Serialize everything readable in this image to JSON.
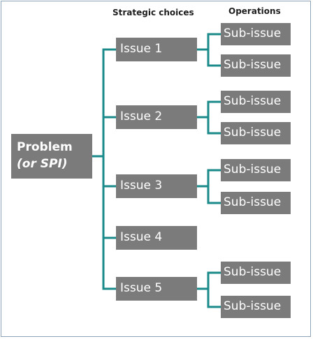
{
  "headers": {
    "strategic": "Strategic choices",
    "operations": "Operations"
  },
  "problem": {
    "line1": "Problem",
    "line2": "(or SPI)"
  },
  "issues": [
    {
      "label": "Issue 1",
      "subs": [
        "Sub-issue",
        "Sub-issue"
      ]
    },
    {
      "label": "Issue 2",
      "subs": [
        "Sub-issue",
        "Sub-issue"
      ]
    },
    {
      "label": "Issue 3",
      "subs": [
        "Sub-issue",
        "Sub-issue"
      ]
    },
    {
      "label": "Issue 4",
      "subs": []
    },
    {
      "label": "Issue 5",
      "subs": [
        "Sub-issue",
        "Sub-issue"
      ]
    }
  ],
  "colors": {
    "connector": "#1a8a8a",
    "box": "#7b7b7b",
    "box_text": "#ffffff"
  }
}
